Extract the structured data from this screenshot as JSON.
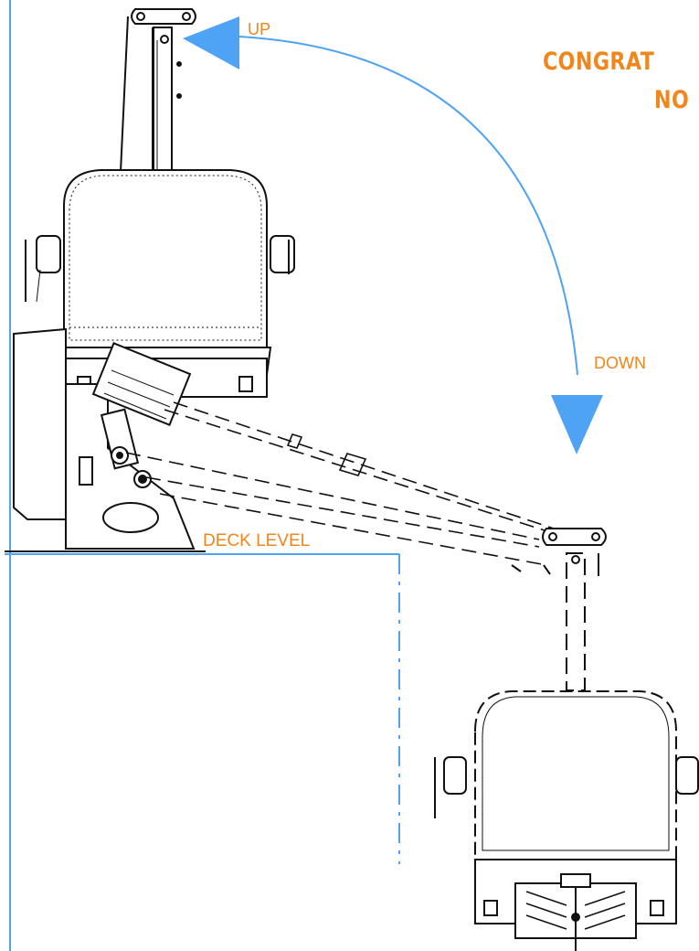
{
  "labels": {
    "up": "UP",
    "down": "DOWN",
    "deck_level": "DECK LEVEL",
    "headline_line1": "CONGRAT",
    "headline_line2": "NO"
  },
  "colors": {
    "label_orange": "#f0861c",
    "arrow_blue": "#4fa3f5",
    "drawing": "#111111"
  }
}
